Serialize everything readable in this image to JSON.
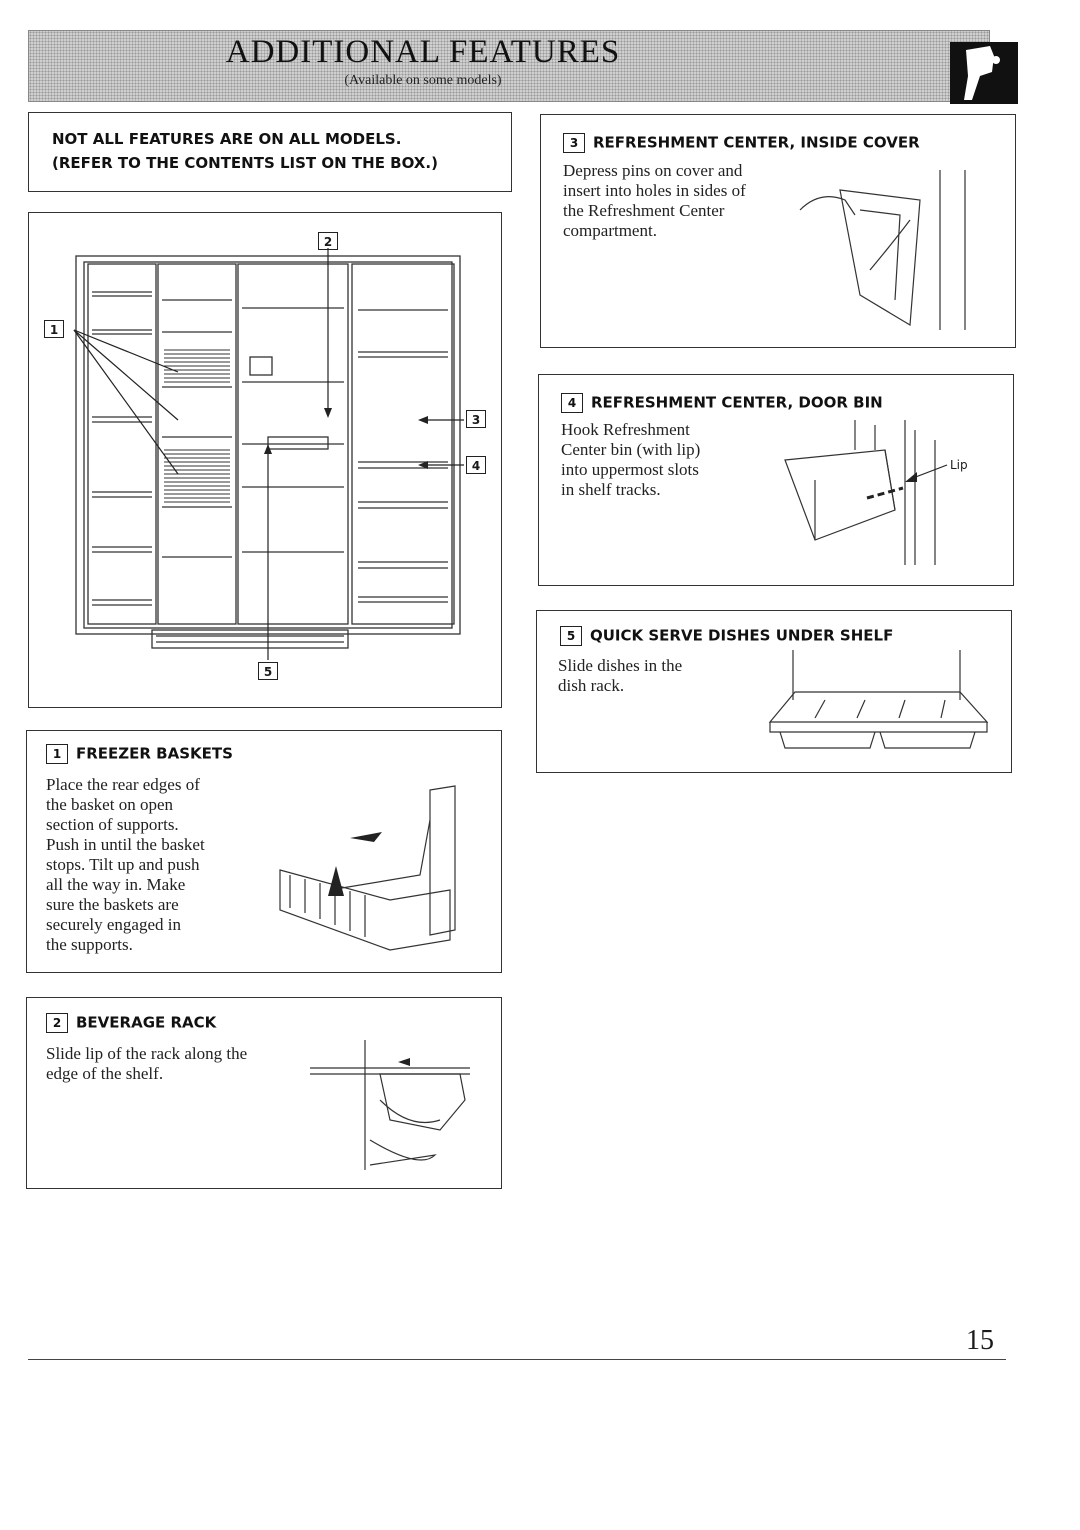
{
  "header": {
    "title": "ADDITIONAL FEATURES",
    "subtitle": "(Available on some models)"
  },
  "notice": {
    "line1": "NOT ALL FEATURES ARE ON ALL MODELS.",
    "line2": "(REFER TO THE CONTENTS LIST ON THE BOX.)"
  },
  "diagram": {
    "callouts": [
      "1",
      "2",
      "3",
      "4",
      "5"
    ]
  },
  "sections": {
    "freezer_baskets": {
      "number": "1",
      "title": "FREEZER BASKETS",
      "lines": [
        "Place the rear edges of",
        "the basket on open",
        "section of supports.",
        "Push in until the basket",
        "stops. Tilt up and push",
        "all the way in. Make",
        "sure the baskets are",
        "securely engaged in",
        "the supports."
      ]
    },
    "beverage_rack": {
      "number": "2",
      "title": "BEVERAGE RACK",
      "lines": [
        "Slide lip of the rack along the",
        "edge of the shelf."
      ]
    },
    "refreshment_cover": {
      "number": "3",
      "title": "REFRESHMENT CENTER, INSIDE COVER",
      "lines": [
        "Depress pins on cover and",
        "insert into holes in sides of",
        "the Refreshment Center",
        "compartment."
      ]
    },
    "refreshment_bin": {
      "number": "4",
      "title": "REFRESHMENT CENTER, DOOR BIN",
      "lines": [
        "Hook Refreshment",
        "Center bin (with lip)",
        "into uppermost slots",
        "in shelf tracks."
      ],
      "lip_label": "Lip"
    },
    "quick_serve": {
      "number": "5",
      "title": "QUICK SERVE DISHES UNDER SHELF",
      "lines": [
        "Slide dishes in the",
        "dish rack."
      ]
    }
  },
  "page_number": "15"
}
